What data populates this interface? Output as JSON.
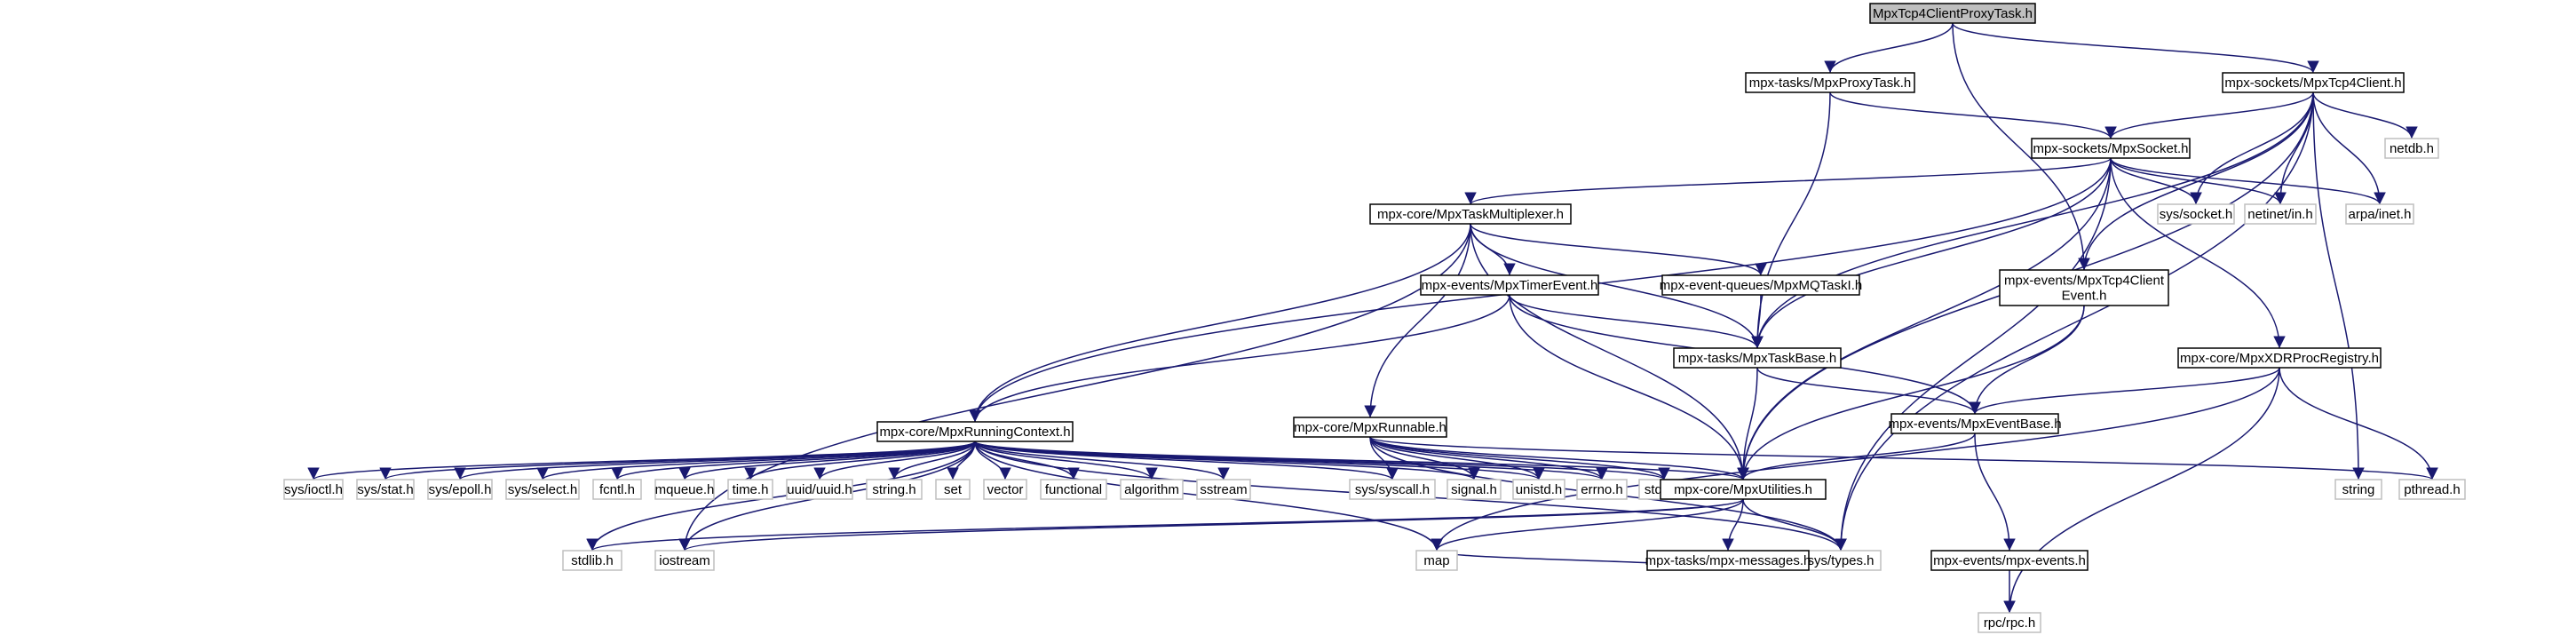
{
  "graph": {
    "title": "MpxTcp4ClientProxyTask.h",
    "edge_color": "#191970",
    "root_fill": "#bfbfbf",
    "system_header_border": "#bfbfbf",
    "nodes": [
      {
        "id": "root",
        "label": "MpxTcp4ClientProxyTask.h",
        "kind": "root"
      },
      {
        "id": "proxy",
        "label": "mpx-tasks/MpxProxyTask.h",
        "kind": "project"
      },
      {
        "id": "tcp4client",
        "label": "mpx-sockets/MpxTcp4Client.h",
        "kind": "project"
      },
      {
        "id": "socket",
        "label": "mpx-sockets/MpxSocket.h",
        "kind": "project"
      },
      {
        "id": "netdb",
        "label": "netdb.h",
        "kind": "system"
      },
      {
        "id": "taskmux",
        "label": "mpx-core/MpxTaskMultiplexer.h",
        "kind": "project"
      },
      {
        "id": "syssocket",
        "label": "sys/socket.h",
        "kind": "system"
      },
      {
        "id": "netinet",
        "label": "netinet/in.h",
        "kind": "system"
      },
      {
        "id": "arpainet",
        "label": "arpa/inet.h",
        "kind": "system"
      },
      {
        "id": "timerevent",
        "label": "mpx-events/MpxTimerEvent.h",
        "kind": "project"
      },
      {
        "id": "mqtaski",
        "label": "mpx-event-queues/MpxMQTaskI.h",
        "kind": "project"
      },
      {
        "id": "tcp4clientevent",
        "label": "mpx-events/MpxTcp4Client Event.h",
        "label_lines": [
          "mpx-events/MpxTcp4Client",
          "Event.h"
        ],
        "kind": "project"
      },
      {
        "id": "xdrproc",
        "label": "mpx-core/MpxXDRProcRegistry.h",
        "kind": "project"
      },
      {
        "id": "taskbase",
        "label": "mpx-tasks/MpxTaskBase.h",
        "kind": "project"
      },
      {
        "id": "runningctx",
        "label": "mpx-core/MpxRunningContext.h",
        "kind": "project"
      },
      {
        "id": "runnable",
        "label": "mpx-core/MpxRunnable.h",
        "kind": "project"
      },
      {
        "id": "eventbase",
        "label": "mpx-events/MpxEventBase.h",
        "kind": "project"
      },
      {
        "id": "sysioctl",
        "label": "sys/ioctl.h",
        "kind": "system"
      },
      {
        "id": "sysstat",
        "label": "sys/stat.h",
        "kind": "system"
      },
      {
        "id": "sysepoll",
        "label": "sys/epoll.h",
        "kind": "system"
      },
      {
        "id": "sysselect",
        "label": "sys/select.h",
        "kind": "system"
      },
      {
        "id": "fcntl",
        "label": "fcntl.h",
        "kind": "system"
      },
      {
        "id": "mqueue",
        "label": "mqueue.h",
        "kind": "system"
      },
      {
        "id": "time",
        "label": "time.h",
        "kind": "system"
      },
      {
        "id": "uuid",
        "label": "uuid/uuid.h",
        "kind": "system"
      },
      {
        "id": "stringh",
        "label": "string.h",
        "kind": "system"
      },
      {
        "id": "set",
        "label": "set",
        "kind": "system"
      },
      {
        "id": "vector",
        "label": "vector",
        "kind": "system"
      },
      {
        "id": "functional",
        "label": "functional",
        "kind": "system"
      },
      {
        "id": "algorithm",
        "label": "algorithm",
        "kind": "system"
      },
      {
        "id": "sstream",
        "label": "sstream",
        "kind": "system"
      },
      {
        "id": "syssyscall",
        "label": "sys/syscall.h",
        "kind": "system"
      },
      {
        "id": "signal",
        "label": "signal.h",
        "kind": "system"
      },
      {
        "id": "unistd",
        "label": "unistd.h",
        "kind": "system"
      },
      {
        "id": "errno",
        "label": "errno.h",
        "kind": "system"
      },
      {
        "id": "stdio",
        "label": "stdio.h",
        "kind": "system"
      },
      {
        "id": "utilities",
        "label": "mpx-core/MpxUtilities.h",
        "kind": "project"
      },
      {
        "id": "string",
        "label": "string",
        "kind": "system"
      },
      {
        "id": "pthread",
        "label": "pthread.h",
        "kind": "system"
      },
      {
        "id": "stdlib",
        "label": "stdlib.h",
        "kind": "system"
      },
      {
        "id": "iostream",
        "label": "iostream",
        "kind": "system"
      },
      {
        "id": "map",
        "label": "map",
        "kind": "system"
      },
      {
        "id": "systypes",
        "label": "sys/types.h",
        "kind": "system"
      },
      {
        "id": "messages",
        "label": "mpx-tasks/mpx-messages.h",
        "kind": "project"
      },
      {
        "id": "events",
        "label": "mpx-events/mpx-events.h",
        "kind": "project"
      },
      {
        "id": "rpc",
        "label": "rpc/rpc.h",
        "kind": "system"
      }
    ],
    "edges": [
      [
        "root",
        "proxy"
      ],
      [
        "root",
        "tcp4client"
      ],
      [
        "root",
        "tcp4clientevent"
      ],
      [
        "proxy",
        "socket"
      ],
      [
        "proxy",
        "taskbase"
      ],
      [
        "tcp4client",
        "socket"
      ],
      [
        "tcp4client",
        "netdb"
      ],
      [
        "tcp4client",
        "syssocket"
      ],
      [
        "tcp4client",
        "netinet"
      ],
      [
        "tcp4client",
        "arpainet"
      ],
      [
        "tcp4client",
        "tcp4clientevent"
      ],
      [
        "tcp4client",
        "taskbase"
      ],
      [
        "tcp4client",
        "utilities"
      ],
      [
        "tcp4client",
        "string"
      ],
      [
        "tcp4client",
        "systypes"
      ],
      [
        "socket",
        "taskmux"
      ],
      [
        "socket",
        "syssocket"
      ],
      [
        "socket",
        "netinet"
      ],
      [
        "socket",
        "arpainet"
      ],
      [
        "socket",
        "runningctx"
      ],
      [
        "socket",
        "taskbase"
      ],
      [
        "socket",
        "xdrproc"
      ],
      [
        "socket",
        "utilities"
      ],
      [
        "socket",
        "systypes"
      ],
      [
        "taskmux",
        "timerevent"
      ],
      [
        "taskmux",
        "mqtaski"
      ],
      [
        "taskmux",
        "taskbase"
      ],
      [
        "taskmux",
        "runningctx"
      ],
      [
        "taskmux",
        "runnable"
      ],
      [
        "taskmux",
        "utilities"
      ],
      [
        "taskmux",
        "iostream"
      ],
      [
        "timerevent",
        "taskbase"
      ],
      [
        "timerevent",
        "runningctx"
      ],
      [
        "timerevent",
        "eventbase"
      ],
      [
        "timerevent",
        "utilities"
      ],
      [
        "mqtaski",
        "taskbase"
      ],
      [
        "tcp4clientevent",
        "eventbase"
      ],
      [
        "tcp4clientevent",
        "utilities"
      ],
      [
        "xdrproc",
        "eventbase"
      ],
      [
        "xdrproc",
        "pthread"
      ],
      [
        "xdrproc",
        "rpc"
      ],
      [
        "xdrproc",
        "map"
      ],
      [
        "taskbase",
        "eventbase"
      ],
      [
        "taskbase",
        "utilities"
      ],
      [
        "eventbase",
        "utilities"
      ],
      [
        "eventbase",
        "events"
      ],
      [
        "runningctx",
        "sysioctl"
      ],
      [
        "runningctx",
        "sysstat"
      ],
      [
        "runningctx",
        "sysepoll"
      ],
      [
        "runningctx",
        "sysselect"
      ],
      [
        "runningctx",
        "fcntl"
      ],
      [
        "runningctx",
        "mqueue"
      ],
      [
        "runningctx",
        "time"
      ],
      [
        "runningctx",
        "uuid"
      ],
      [
        "runningctx",
        "stringh"
      ],
      [
        "runningctx",
        "set"
      ],
      [
        "runningctx",
        "vector"
      ],
      [
        "runningctx",
        "functional"
      ],
      [
        "runningctx",
        "algorithm"
      ],
      [
        "runningctx",
        "sstream"
      ],
      [
        "runningctx",
        "syssyscall"
      ],
      [
        "runningctx",
        "signal"
      ],
      [
        "runningctx",
        "unistd"
      ],
      [
        "runningctx",
        "errno"
      ],
      [
        "runningctx",
        "stdio"
      ],
      [
        "runningctx",
        "utilities"
      ],
      [
        "runningctx",
        "stdlib"
      ],
      [
        "runningctx",
        "iostream"
      ],
      [
        "runningctx",
        "map"
      ],
      [
        "runningctx",
        "systypes"
      ],
      [
        "runnable",
        "syssyscall"
      ],
      [
        "runnable",
        "signal"
      ],
      [
        "runnable",
        "unistd"
      ],
      [
        "runnable",
        "errno"
      ],
      [
        "runnable",
        "stdio"
      ],
      [
        "runnable",
        "utilities"
      ],
      [
        "runnable",
        "pthread"
      ],
      [
        "runnable",
        "systypes"
      ],
      [
        "utilities",
        "stdlib"
      ],
      [
        "utilities",
        "iostream"
      ],
      [
        "utilities",
        "map"
      ],
      [
        "utilities",
        "systypes"
      ],
      [
        "utilities",
        "messages"
      ],
      [
        "messages",
        "map"
      ],
      [
        "events",
        "rpc"
      ]
    ]
  }
}
